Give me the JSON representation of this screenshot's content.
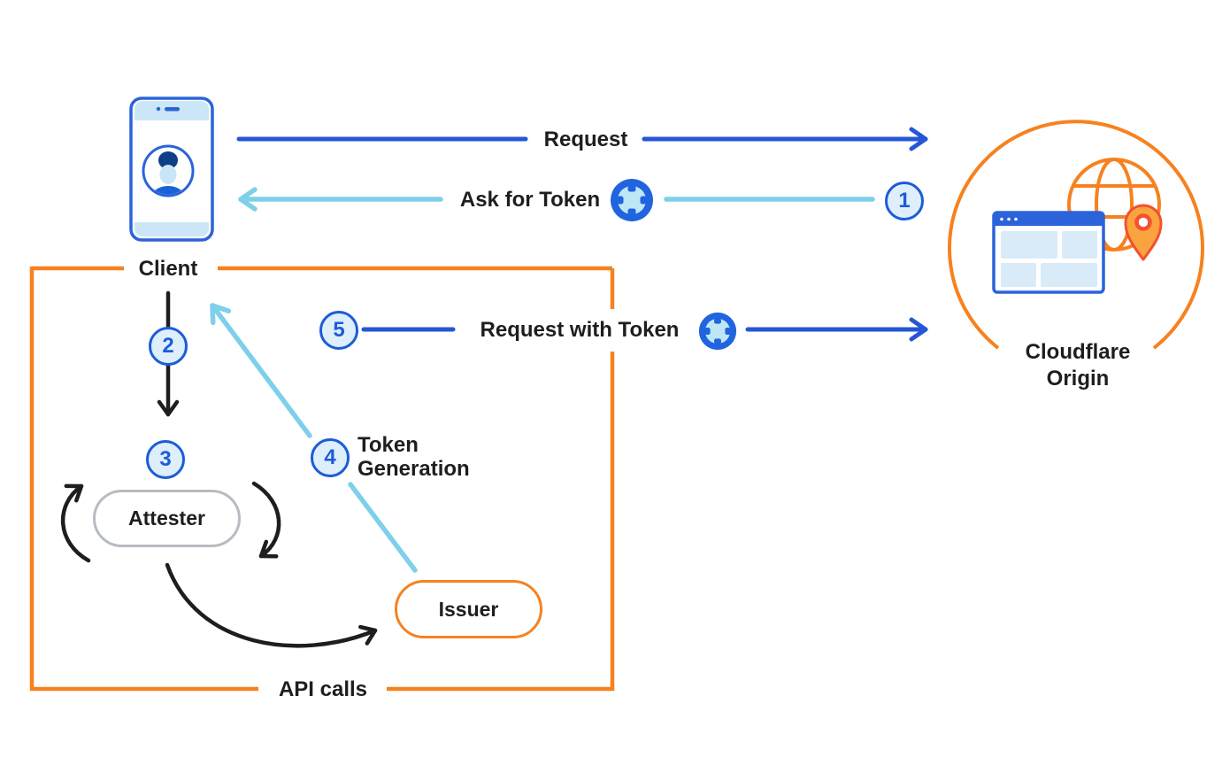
{
  "nodes": {
    "client": {
      "label": "Client",
      "icon": "mobile-phone-user-icon"
    },
    "origin": {
      "line1": "Cloudflare",
      "line2": "Origin",
      "icons": [
        "globe-icon",
        "browser-window-icon",
        "location-pin-icon"
      ]
    },
    "attester": {
      "label": "Attester"
    },
    "issuer": {
      "label": "Issuer"
    }
  },
  "box_label": "API calls",
  "arrows": {
    "request": "Request",
    "ask_for_token": "Ask for Token",
    "request_with_token": "Request with Token",
    "token_generation_line1": "Token",
    "token_generation_line2": "Generation"
  },
  "steps": {
    "one": "1",
    "two": "2",
    "three": "3",
    "four": "4",
    "five": "5"
  },
  "colors": {
    "orange": "#F6821F",
    "arrow_blue": "#2456D6",
    "arrow_cyan": "#7ED0EA",
    "badge_blue": "#1C5CD8",
    "badge_fill": "#DEEFFB",
    "pill_gray_border": "#B7BCC2",
    "black": "#1E1E1E",
    "light_blue_fill": "#CBE7F7",
    "pin_orange": "#FBA43F",
    "pin_outline": "#F4502F"
  }
}
